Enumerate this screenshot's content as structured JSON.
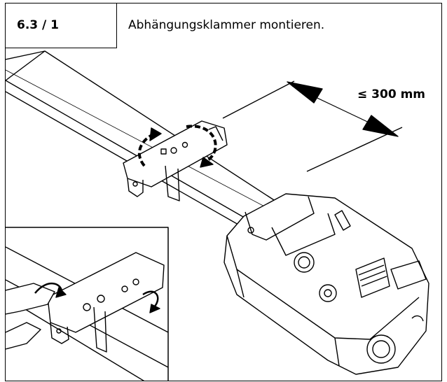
{
  "header": {
    "step": "6.3 / 1",
    "title": "Abhängungsklammer montieren."
  },
  "dimension": {
    "label": "≤ 300 mm"
  }
}
